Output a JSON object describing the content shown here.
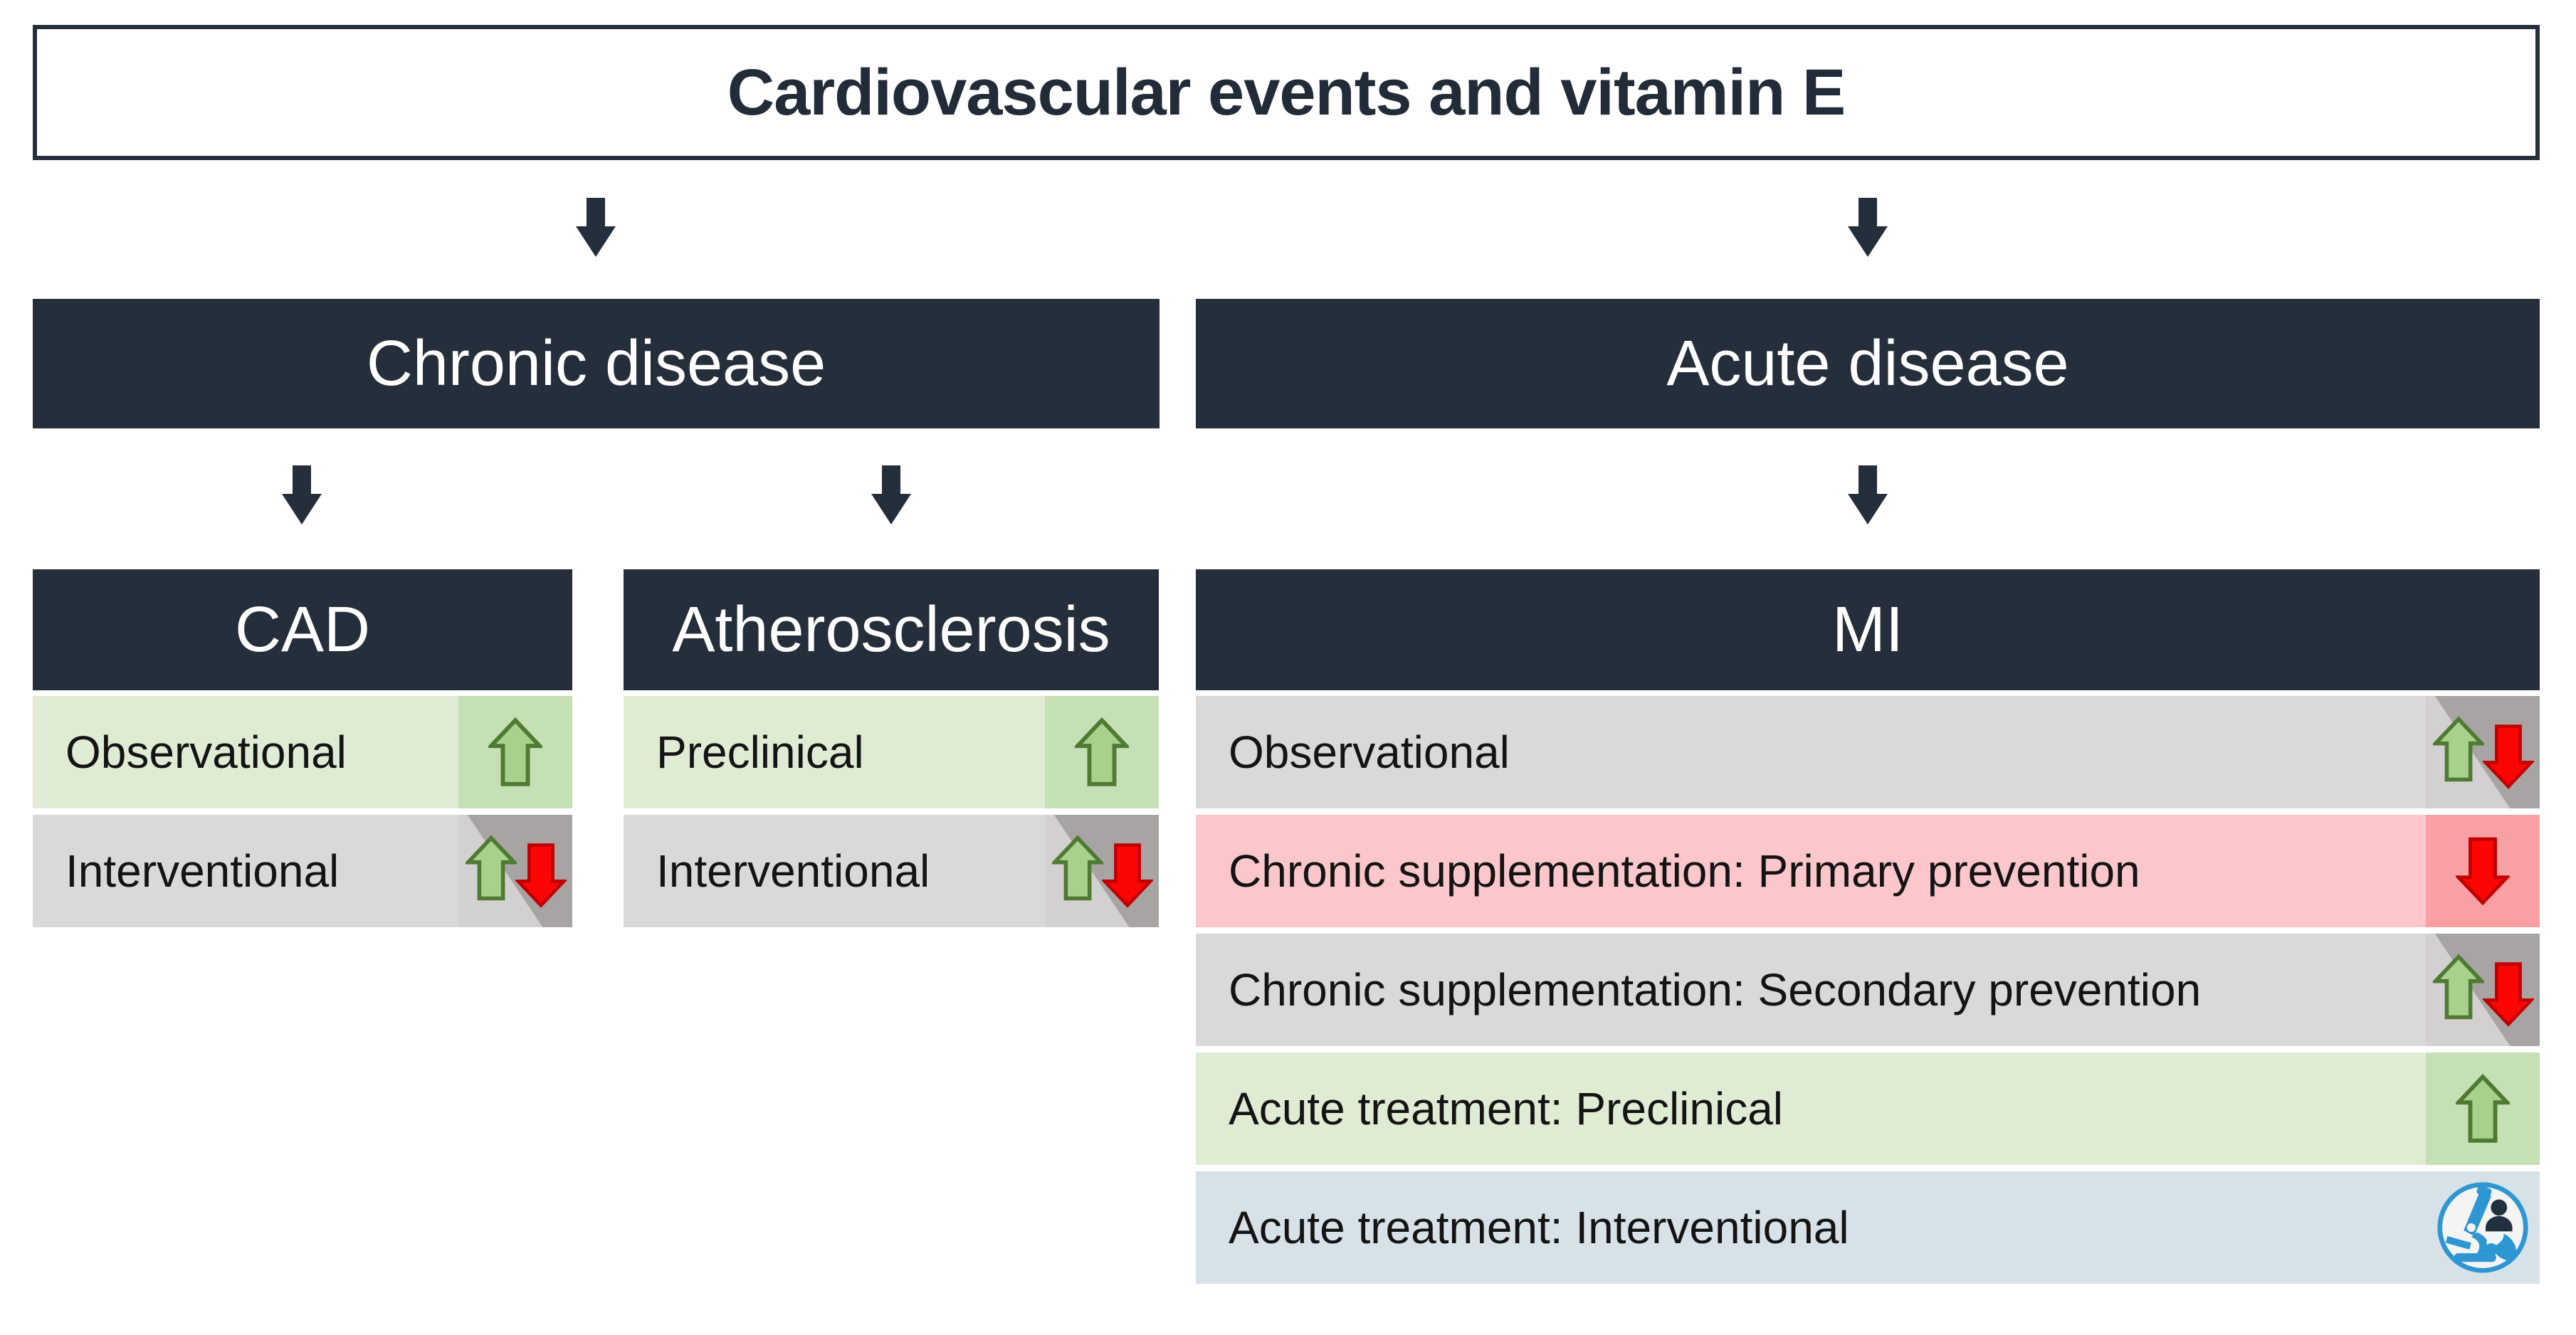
{
  "title": "Cardiovascular events and vitamin E",
  "branches": {
    "chronic": {
      "label": "Chronic disease"
    },
    "acute": {
      "label": "Acute disease"
    }
  },
  "groups": {
    "cad": {
      "label": "CAD",
      "rows": [
        {
          "label": "Observational",
          "tone": "green",
          "indicator": "up"
        },
        {
          "label": "Interventional",
          "tone": "gray",
          "indicator": "up-down"
        }
      ]
    },
    "atherosclerosis": {
      "label": "Atherosclerosis",
      "rows": [
        {
          "label": "Preclinical",
          "tone": "green",
          "indicator": "up"
        },
        {
          "label": "Interventional",
          "tone": "gray",
          "indicator": "up-down"
        }
      ]
    },
    "mi": {
      "label": "MI",
      "rows": [
        {
          "label": "Observational",
          "tone": "gray",
          "indicator": "up-down"
        },
        {
          "label": "Chronic supplementation: Primary prevention",
          "tone": "red",
          "indicator": "down"
        },
        {
          "label": "Chronic supplementation: Secondary prevention",
          "tone": "gray",
          "indicator": "up-down"
        },
        {
          "label": "Acute treatment: Preclinical",
          "tone": "green",
          "indicator": "up"
        },
        {
          "label": "Acute treatment: Interventional",
          "tone": "blue",
          "indicator": "clinical-research"
        }
      ]
    }
  },
  "icons": {
    "up": "green-up-arrow",
    "down": "red-down-arrow",
    "up-down": "green-up-and-red-down-arrows",
    "clinical-research": "microscope-person-pill-circle",
    "connector": "navy-down-arrow"
  },
  "colors": {
    "navy": "#252E3B",
    "row_green": "#DFECD3",
    "cell_green": "#C5E0B4",
    "arrow_green_fill": "#A9D18E",
    "arrow_green_stroke": "#507A32",
    "row_gray": "#D9D9D9",
    "cell_gray_light": "#D2D0D0",
    "cell_gray_dark": "#A8A4A4",
    "row_red": "#FBC7CA",
    "cell_red": "#F9A0A4",
    "arrow_red_fill": "#FE0505",
    "arrow_red_stroke": "#C00000",
    "row_blue": "#D6E2E8",
    "icon_blue": "#2E96D3"
  }
}
